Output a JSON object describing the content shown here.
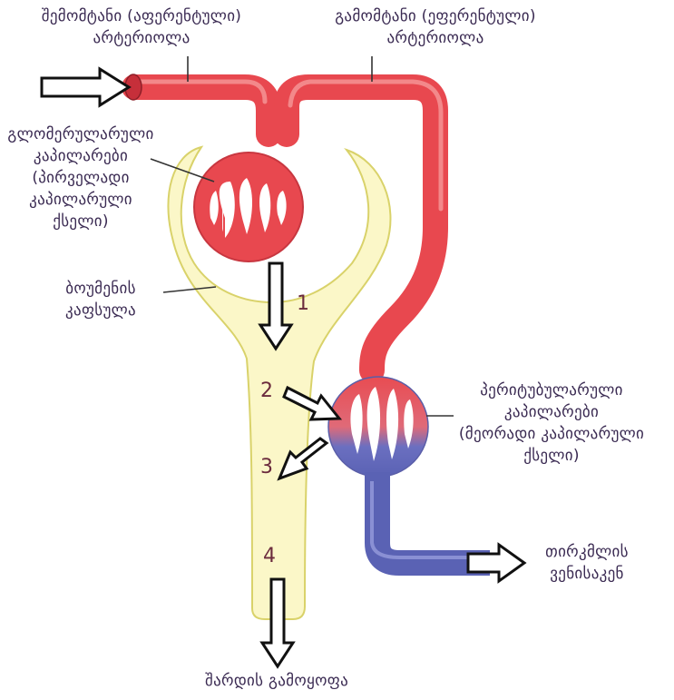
{
  "labels": {
    "afferent": [
      "შემომტანი (აფერენტული)",
      "არტერიოლა"
    ],
    "efferent": [
      "გამომტანი (ეფერენტული)",
      "არტერიოლა"
    ],
    "glomerular": [
      "გლომერულარული",
      "კაპილარები",
      "(პირველადი",
      "კაპილარული",
      "ქსელი)"
    ],
    "bowman": [
      "ბოუმენის",
      "კაფსულა"
    ],
    "peritubular": [
      "პერიტუბულარული",
      "კაპილარები",
      "(მეორადი კაპილარული",
      "ქსელი)"
    ],
    "renal_vein": [
      "თირკმლის",
      "ვენისაკენ"
    ],
    "urine": "შარდის გამოყოფა"
  },
  "steps": [
    "1",
    "2",
    "3",
    "4"
  ],
  "colors": {
    "artery": "#e8484f",
    "vein": "#5a62b4",
    "capsule_fill": "#fbf7c8",
    "capsule_stroke": "#d9d26a",
    "text": "#3a2a52",
    "numbers": "#6b2b3d"
  }
}
